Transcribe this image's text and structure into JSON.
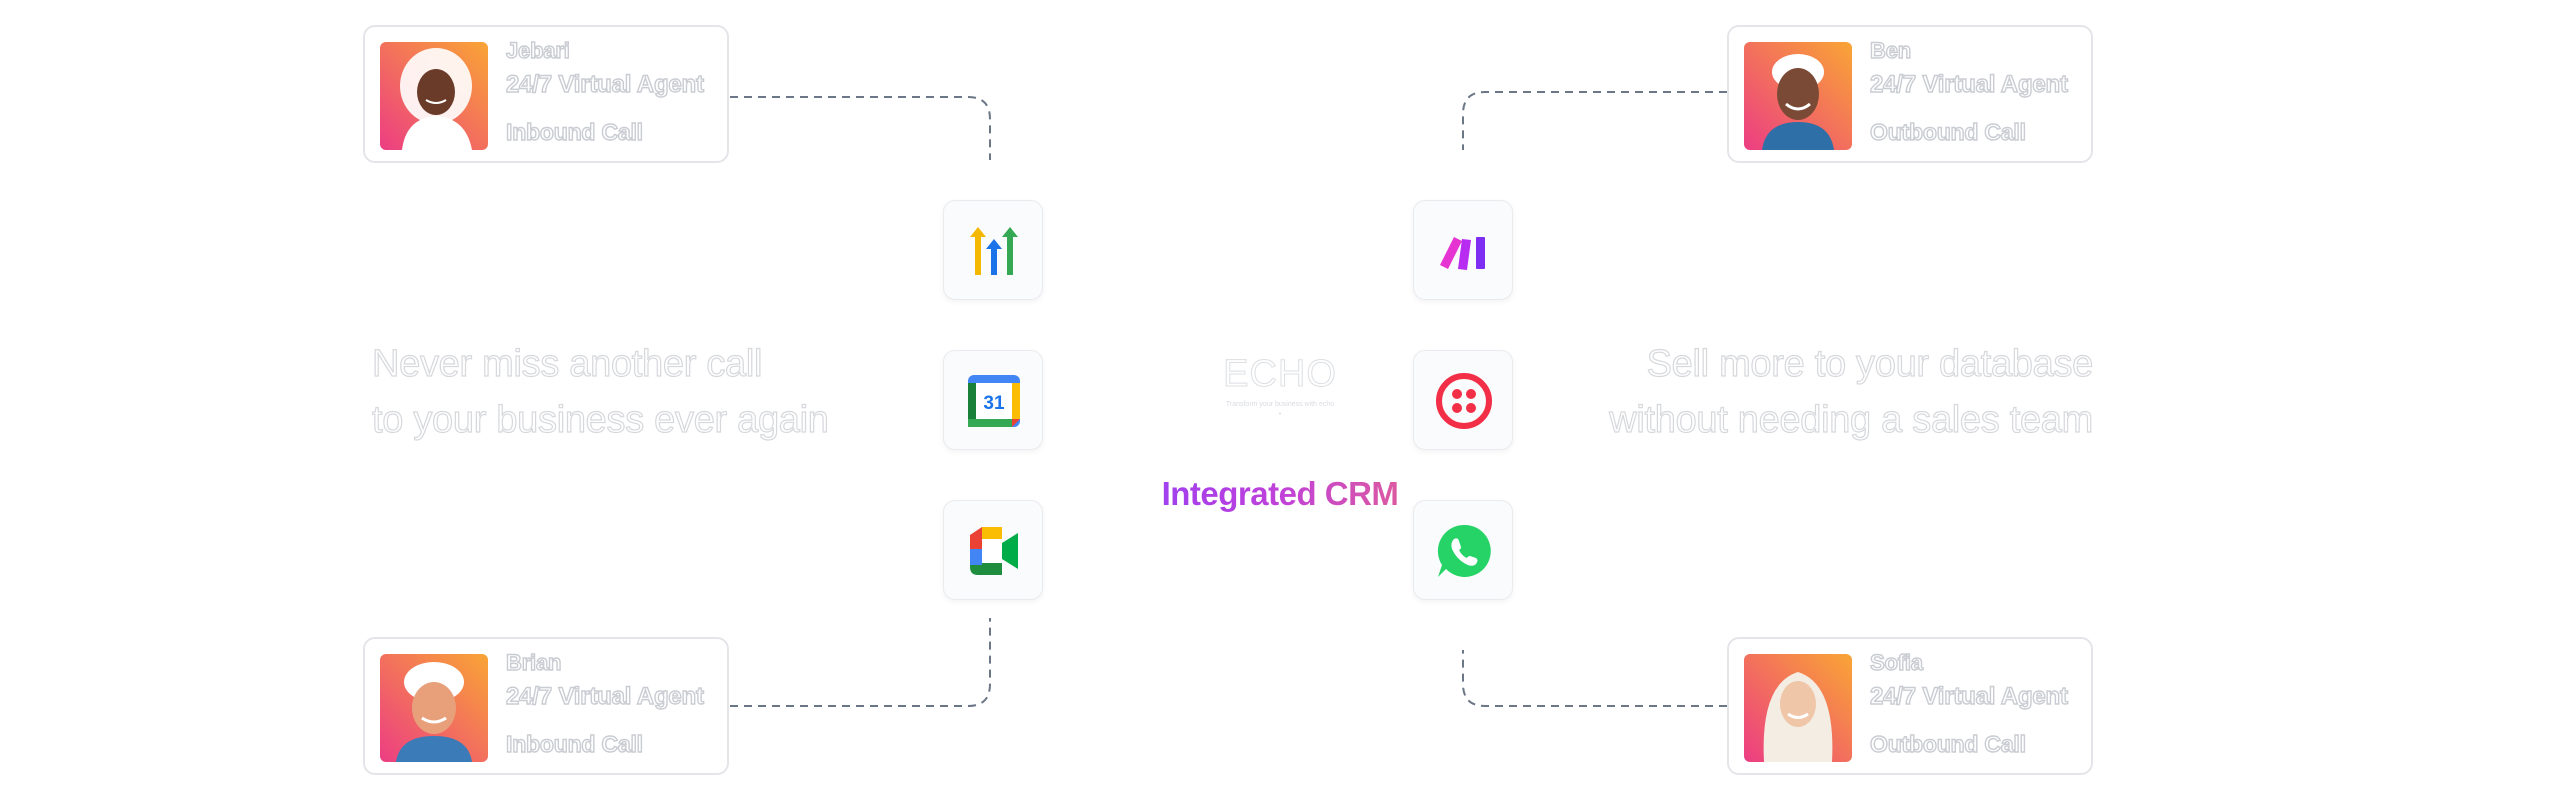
{
  "agents": [
    {
      "name": "Jebari",
      "role": "24/7 Virtual Agent",
      "call_type": "Inbound Call"
    },
    {
      "name": "Ben",
      "role": "24/7 Virtual Agent",
      "call_type": "Outbound Call"
    },
    {
      "name": "Brian",
      "role": "24/7 Virtual Agent",
      "call_type": "Inbound Call"
    },
    {
      "name": "Sofia",
      "role": "24/7 Virtual Agent",
      "call_type": "Outbound Call"
    }
  ],
  "taglines": {
    "left": [
      "Never miss another call",
      "to your business ever again"
    ],
    "right": [
      "Sell more to your database",
      "without needing a sales team"
    ]
  },
  "brand": {
    "name": "ECHO",
    "tagline": "Transform your business with echo",
    "dot": "•"
  },
  "crm_label": "Integrated CRM",
  "integrations": [
    {
      "icon": "gohighlevel-icon"
    },
    {
      "icon": "google-calendar-icon"
    },
    {
      "icon": "google-meet-icon"
    },
    {
      "icon": "make-icon"
    },
    {
      "icon": "twilio-icon"
    },
    {
      "icon": "whatsapp-icon"
    }
  ],
  "colors": {
    "line": "#6b7686",
    "card_border": "#e4e5e9",
    "crm_gradient_start": "#8a3ffc",
    "crm_gradient_end": "#ee6a7a",
    "avatar_gradient_start": "#ec3d83",
    "avatar_gradient_end": "#f9a535"
  }
}
